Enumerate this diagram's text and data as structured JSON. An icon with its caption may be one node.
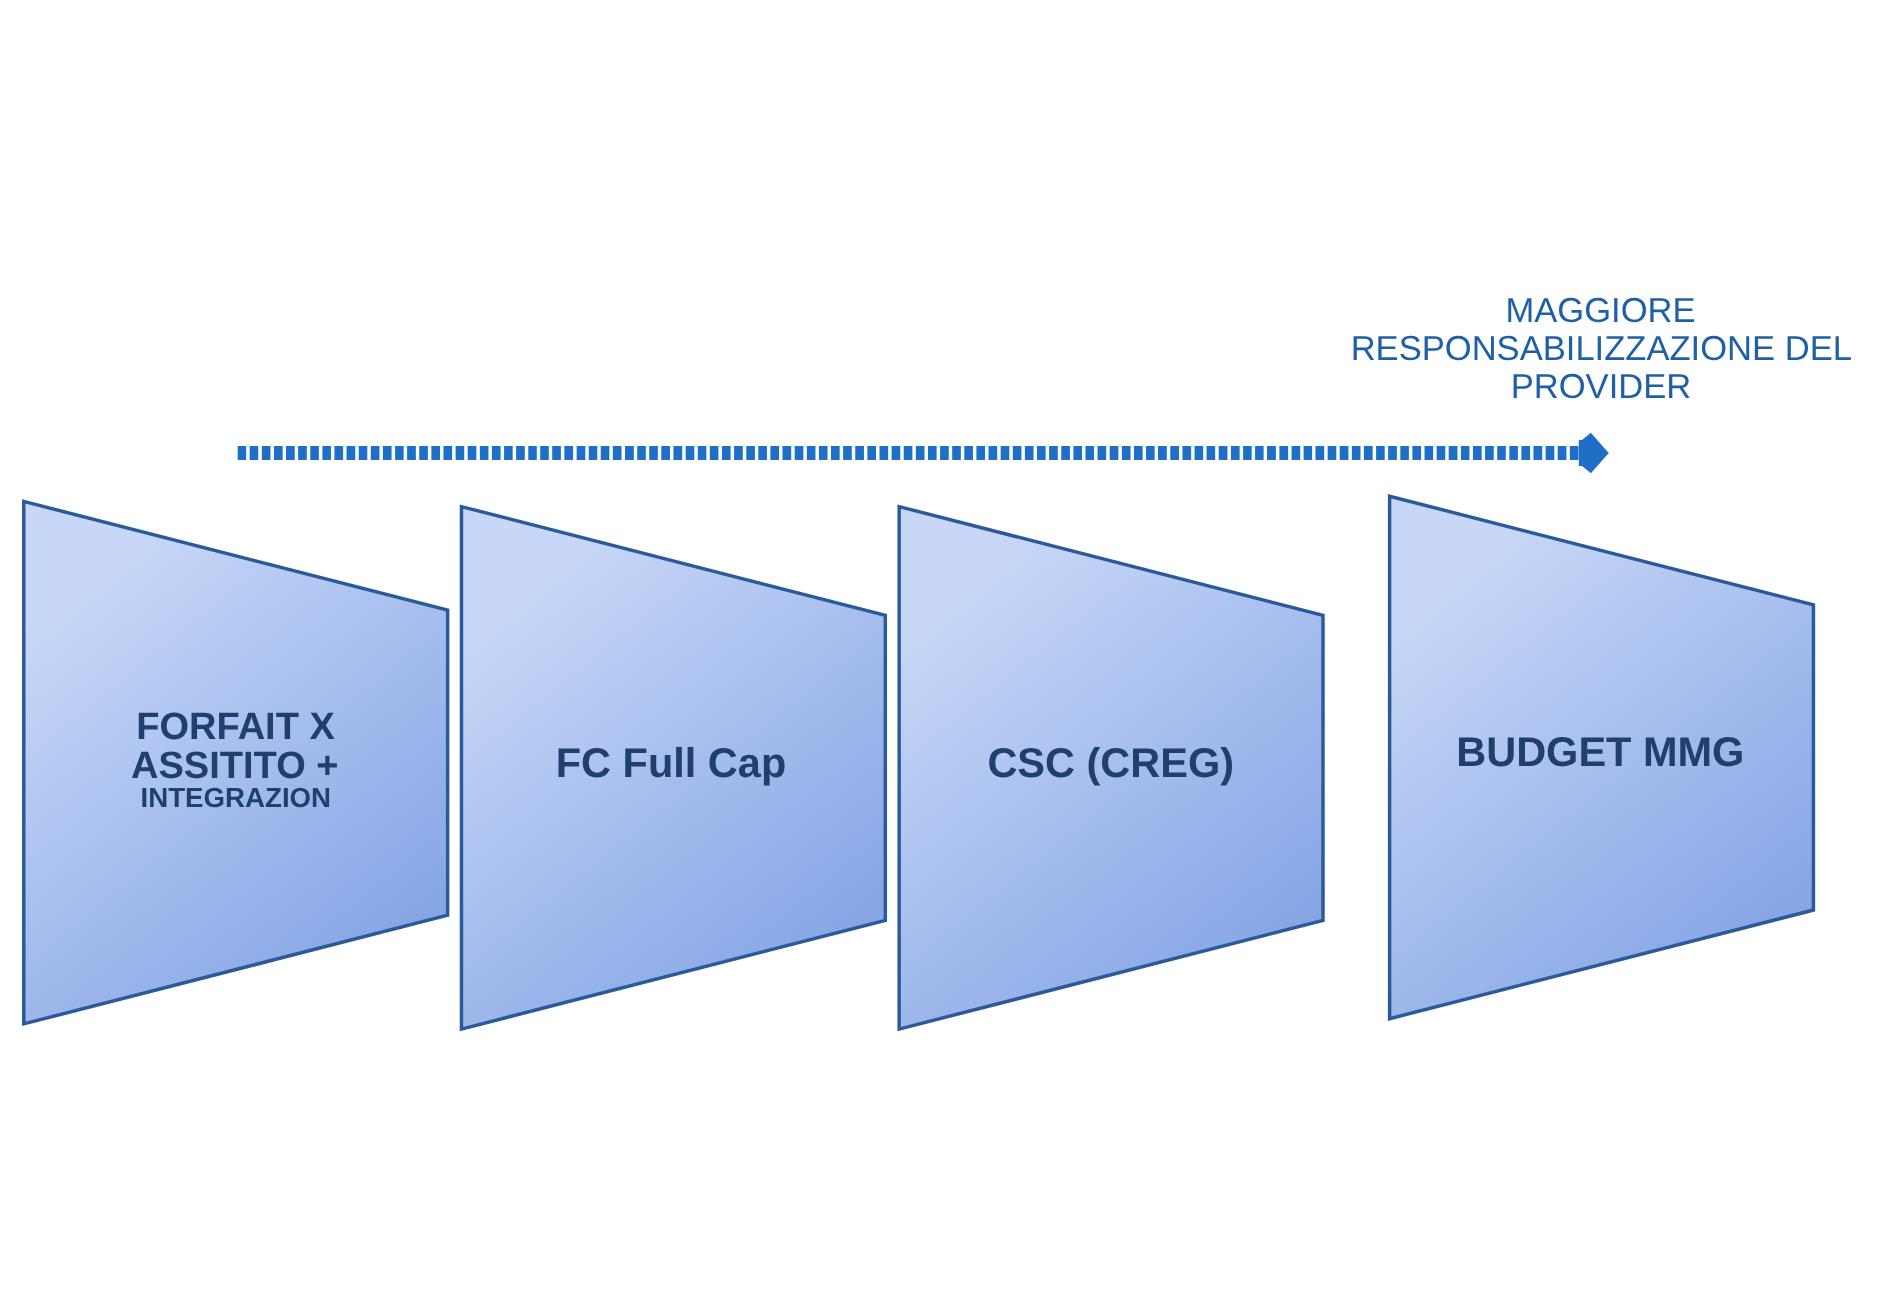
{
  "diagram": {
    "nodes": [
      {
        "text": [
          "FORFAIT X ASSITITO +",
          "INTEGRAZION"
        ]
      },
      {
        "text": [
          "FC Full Cap"
        ]
      },
      {
        "text": [
          "CSC (CREG)"
        ]
      },
      {
        "text": [
          "BUDGET MMG"
        ]
      }
    ],
    "labels": [
      "MAGGIORE RESPONSABILIZZAZIONE DEL PROVIDER"
    ]
  }
}
